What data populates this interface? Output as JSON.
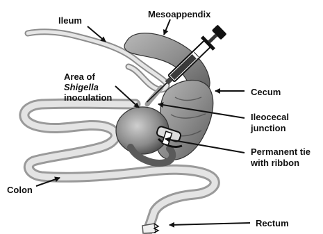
{
  "labels": {
    "ileum": "Ileum",
    "mesoappendix": "Mesoappendix",
    "area_line1": "Area of",
    "area_line2": "Shigella",
    "area_line3": "inoculation",
    "cecum": "Cecum",
    "ileocecal_line1": "Ileocecal",
    "ileocecal_line2": "junction",
    "tie_line1": "Permanent tie",
    "tie_line2": "with ribbon",
    "colon": "Colon",
    "rectum": "Rectum"
  }
}
